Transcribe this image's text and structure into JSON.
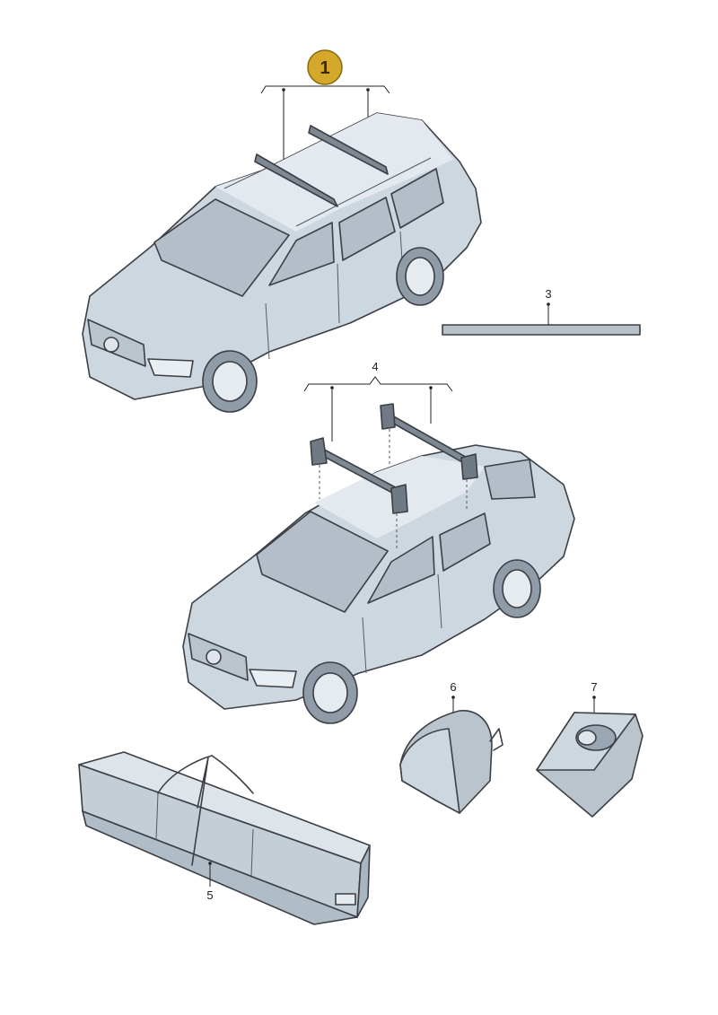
{
  "diagram": {
    "callouts": [
      {
        "id": "1",
        "label": "1",
        "style": "badge"
      },
      {
        "id": "3",
        "label": "3"
      },
      {
        "id": "4",
        "label": "4"
      },
      {
        "id": "5",
        "label": "5"
      },
      {
        "id": "6",
        "label": "6"
      },
      {
        "id": "7",
        "label": "7"
      }
    ],
    "colors": {
      "badge_fill": "#d4a82a",
      "badge_stroke": "#8a6a10",
      "part_fill": "#cdd7df",
      "part_shade": "#a9b6c1",
      "glass": "#b3bec8",
      "outline": "#3c3f45"
    }
  }
}
